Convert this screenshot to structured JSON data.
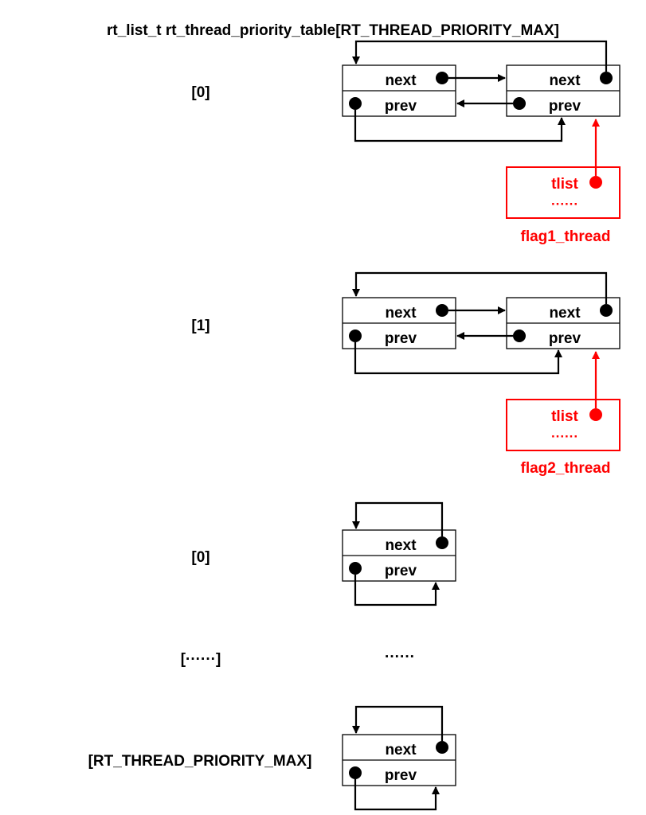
{
  "title": "rt_list_t rt_thread_priority_table[RT_THREAD_PRIORITY_MAX]",
  "colors": {
    "black": "#000000",
    "red": "#ff0000",
    "white": "#ffffff"
  },
  "node": {
    "next_label": "next",
    "prev_label": "prev"
  },
  "rows": [
    {
      "index_label": "[0]"
    },
    {
      "index_label": "[1]"
    },
    {
      "index_label": "[0]"
    },
    {
      "index_label": "[······]",
      "ellipsis": "······"
    },
    {
      "index_label": "[RT_THREAD_PRIORITY_MAX]"
    }
  ],
  "threads": [
    {
      "field": "tlist",
      "dots": "······",
      "name": "flag1_thread"
    },
    {
      "field": "tlist",
      "dots": "······",
      "name": "flag2_thread"
    }
  ]
}
